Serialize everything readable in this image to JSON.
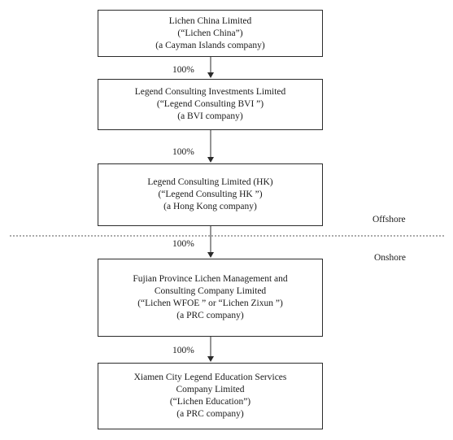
{
  "entities": [
    {
      "lines": [
        "Lichen China Limited",
        "(“Lichen China”)",
        "(a Cayman Islands company)"
      ]
    },
    {
      "lines": [
        "Legend Consulting Investments Limited",
        "(“Legend Consulting BVI ”)",
        "(a BVI company)"
      ]
    },
    {
      "lines": [
        "Legend Consulting Limited (HK)",
        "(“Legend Consulting HK ”)",
        "(a Hong Kong company)"
      ]
    },
    {
      "lines": [
        "Fujian Province Lichen Management and",
        "Consulting Company Limited",
        "(“Lichen WFOE ” or “Lichen Zixun ”)",
        "(a PRC company)"
      ]
    },
    {
      "lines": [
        "Xiamen City Legend Education Services",
        "Company Limited",
        "(“Lichen Education”)",
        "(a PRC company)"
      ]
    }
  ],
  "ownership": [
    "100%",
    "100%",
    "100%",
    "100%"
  ],
  "regions": {
    "offshore": "Offshore",
    "onshore": "Onshore"
  },
  "colors": {
    "line": "#2b2b2b",
    "divider": "#555555"
  }
}
